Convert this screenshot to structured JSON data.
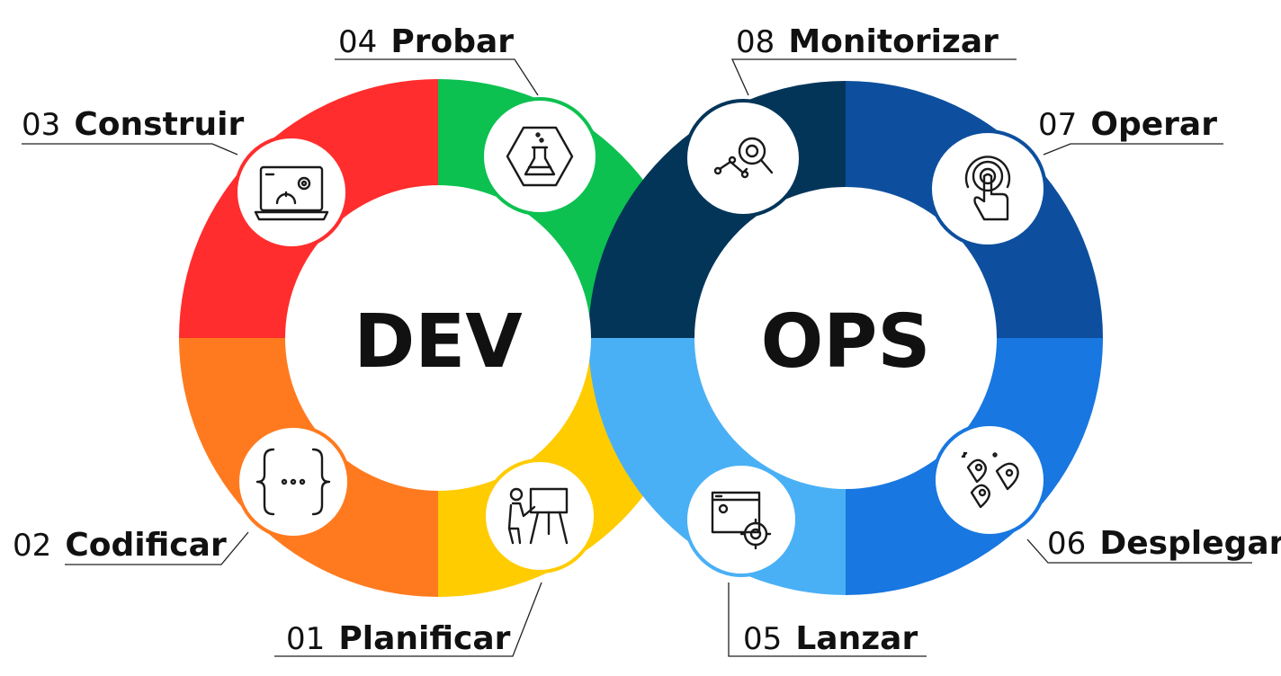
{
  "center": {
    "dev": "DEV",
    "ops": "OPS"
  },
  "stages": [
    {
      "num": "01",
      "name": "Planificar",
      "icon": "presentation-icon",
      "color": "#FFCC00"
    },
    {
      "num": "02",
      "name": "Codificar",
      "icon": "code-braces-icon",
      "color": "#FF7A1F"
    },
    {
      "num": "03",
      "name": "Construir",
      "icon": "laptop-gear-icon",
      "color": "#FF2D2D"
    },
    {
      "num": "04",
      "name": "Probar",
      "icon": "flask-icon",
      "color": "#0CC150"
    },
    {
      "num": "05",
      "name": "Lanzar",
      "icon": "window-gear-icon",
      "color": "#4AB0F5"
    },
    {
      "num": "06",
      "name": "Desplegar",
      "icon": "rockets-icon",
      "color": "#1877E0"
    },
    {
      "num": "07",
      "name": "Operar",
      "icon": "touch-hand-icon",
      "color": "#0D4F9E"
    },
    {
      "num": "08",
      "name": "Monitorizar",
      "icon": "analytics-search-icon",
      "color": "#033559"
    }
  ]
}
